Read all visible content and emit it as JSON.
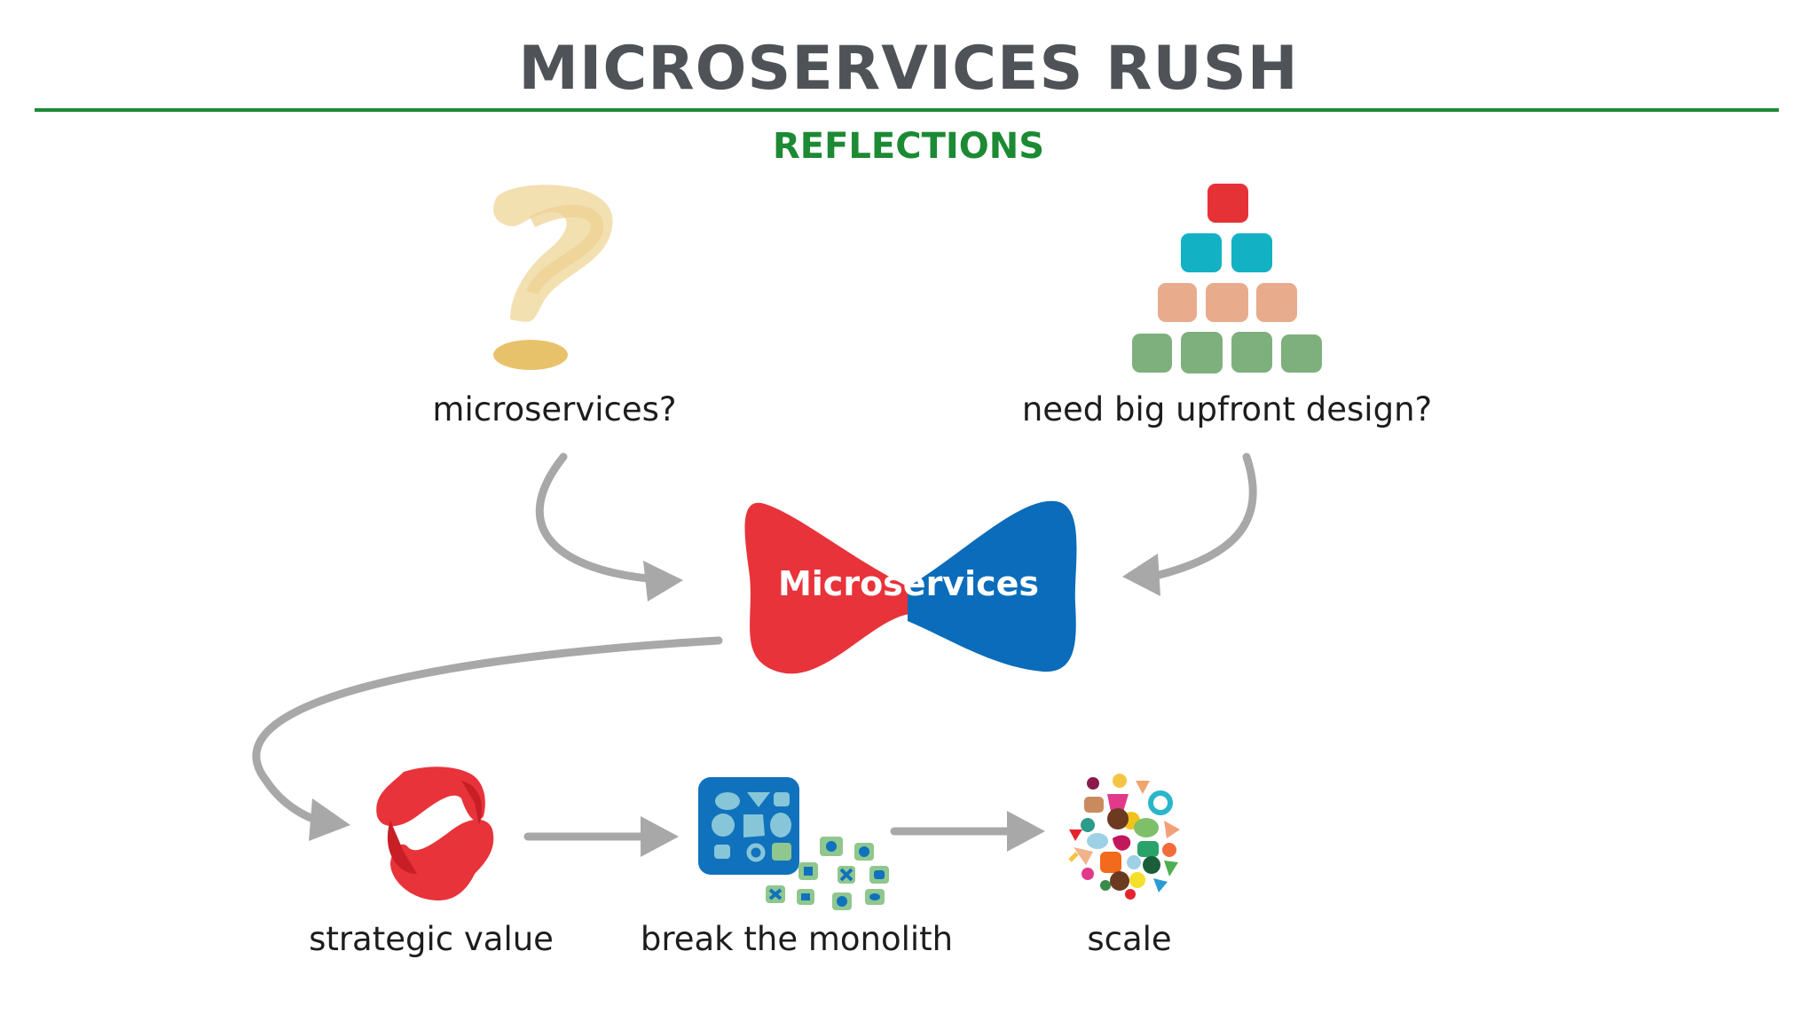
{
  "header": {
    "title": "MICROSERVICES RUSH",
    "subtitle": "REFLECTIONS"
  },
  "nodes": {
    "question": "microservices?",
    "design": "need big upfront design?",
    "center": "Microservices",
    "strategic": "strategic value",
    "monolith": "break the monolith",
    "scale": "scale"
  },
  "colors": {
    "title": "#4f5257",
    "accent_green": "#1c8a34",
    "red": "#e8333a",
    "blue": "#0a6cba",
    "arrow": "#a8a8a8",
    "question_mark": "#f2dda8",
    "pyramid": [
      "#e53237",
      "#13b1c4",
      "#e8ab8c",
      "#7eb07d"
    ]
  },
  "icons": {
    "question": "question-mark-icon",
    "design": "block-pyramid-icon",
    "strategic": "cycle-arrows-icon",
    "monolith": "broken-monolith-icon",
    "scale": "scattered-shapes-icon"
  }
}
